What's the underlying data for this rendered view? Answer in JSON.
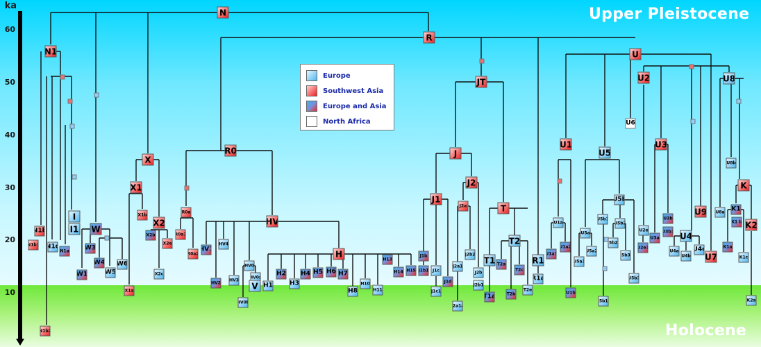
{
  "axis": {
    "unit": "ka",
    "ticks": [
      "60",
      "50",
      "40",
      "30",
      "20",
      "10"
    ]
  },
  "eras": {
    "upper": "Upper Pleistocene",
    "lower": "Holocene"
  },
  "legend": [
    {
      "label": "Europe",
      "region": "eu"
    },
    {
      "label": "Southwest Asia",
      "region": "sw"
    },
    {
      "label": "Europe and Asia",
      "region": "ea"
    },
    {
      "label": "North Africa",
      "region": "na"
    }
  ],
  "haplogroups": {
    "N": {
      "label": "N",
      "region": "sw",
      "age_ka": 64
    },
    "N1": {
      "label": "N1",
      "region": "sw",
      "age_ka": 56
    },
    "N1b": {
      "label": "N1b",
      "region": "sw",
      "age_ka": 21
    },
    "N1b1": {
      "label": "N1b1",
      "region": "sw",
      "age_ka": 19
    },
    "N1b2": {
      "label": "N1b2",
      "region": "sw",
      "age_ka": 1.5
    },
    "N1d": {
      "label": "N1d",
      "region": "eu",
      "age_ka": 18.5
    },
    "N1a": {
      "label": "N1a",
      "region": "ea",
      "age_ka": 18
    },
    "I": {
      "label": "I",
      "region": "eu",
      "age_ka": 24.5
    },
    "I1": {
      "label": "I1",
      "region": "eu",
      "age_ka": 22
    },
    "W": {
      "label": "W",
      "region": "ea",
      "age_ka": 22
    },
    "W1": {
      "label": "W1",
      "region": "ea",
      "age_ka": 13
    },
    "W3": {
      "label": "W3",
      "region": "ea",
      "age_ka": 18.5
    },
    "W4": {
      "label": "W4",
      "region": "ea",
      "age_ka": 16
    },
    "W5": {
      "label": "W5",
      "region": "eu",
      "age_ka": 14.5
    },
    "W6": {
      "label": "W6",
      "region": "eu",
      "age_ka": 16
    },
    "X": {
      "label": "X",
      "region": "sw",
      "age_ka": 35
    },
    "X1": {
      "label": "X1",
      "region": "sw",
      "age_ka": 30
    },
    "X1a": {
      "label": "X1a",
      "region": "sw",
      "age_ka": 10
    },
    "X1b": {
      "label": "X1b",
      "region": "sw",
      "age_ka": 24.5
    },
    "X2": {
      "label": "X2",
      "region": "sw",
      "age_ka": 23
    },
    "X2b": {
      "label": "X2b",
      "region": "ea",
      "age_ka": 21
    },
    "X2e": {
      "label": "X2e",
      "region": "sw",
      "age_ka": 19.5
    },
    "X2c": {
      "label": "X2c",
      "region": "eu",
      "age_ka": 13.5
    },
    "R": {
      "label": "R",
      "region": "sw",
      "age_ka": 59
    },
    "R0": {
      "label": "R0",
      "region": "sw",
      "age_ka": 37
    },
    "R0a": {
      "label": "R0a",
      "region": "sw",
      "age_ka": 25
    },
    "R0a1": {
      "label": "R0a1",
      "region": "sw",
      "age_ka": 21
    },
    "R0a2": {
      "label": "R0a2",
      "region": "sw",
      "age_ka": 17.5
    },
    "HV": {
      "label": "HV",
      "region": "sw",
      "age_ka": 23.5
    },
    "HV1": {
      "label": "HV1",
      "region": "ea",
      "age_ka": 18
    },
    "HV2": {
      "label": "HV2",
      "region": "ea",
      "age_ka": 11.5
    },
    "HV4": {
      "label": "HV4",
      "region": "eu",
      "age_ka": 19
    },
    "HV3": {
      "label": "HV3",
      "region": "eu",
      "age_ka": 12
    },
    "HV0": {
      "label": "HV0",
      "region": "eu",
      "age_ka": 15
    },
    "HV0a": {
      "label": "HV0a",
      "region": "eu",
      "age_ka": 12.5
    },
    "HV0b": {
      "label": "HV0b",
      "region": "eu",
      "age_ka": 7.5
    },
    "V": {
      "label": "V",
      "region": "eu",
      "age_ka": 11
    },
    "H": {
      "label": "H",
      "region": "sw",
      "age_ka": 17.5
    },
    "H1": {
      "label": "H1",
      "region": "eu",
      "age_ka": 11
    },
    "H2": {
      "label": "H2",
      "region": "ea",
      "age_ka": 13.5
    },
    "H3": {
      "label": "H3",
      "region": "eu",
      "age_ka": 11.5
    },
    "H4": {
      "label": "H4",
      "region": "ea",
      "age_ka": 13.5
    },
    "H5": {
      "label": "H5",
      "region": "ea",
      "age_ka": 14
    },
    "H6": {
      "label": "H6",
      "region": "ea",
      "age_ka": 14
    },
    "H7": {
      "label": "H7",
      "region": "ea",
      "age_ka": 13.5
    },
    "H8": {
      "label": "H8",
      "region": "eu",
      "age_ka": 10
    },
    "H10": {
      "label": "H10",
      "region": "eu",
      "age_ka": 11.5
    },
    "H11": {
      "label": "H11",
      "region": "eu",
      "age_ka": 10.5
    },
    "H13": {
      "label": "H13",
      "region": "ea",
      "age_ka": 16
    },
    "H14": {
      "label": "H14",
      "region": "ea",
      "age_ka": 14
    },
    "H15": {
      "label": "H15",
      "region": "ea",
      "age_ka": 14.5
    },
    "JT": {
      "label": "JT",
      "region": "sw",
      "age_ka": 50
    },
    "J": {
      "label": "J",
      "region": "sw",
      "age_ka": 36
    },
    "J1": {
      "label": "J1",
      "region": "sw",
      "age_ka": 28
    },
    "J1b": {
      "label": "J1b",
      "region": "ea",
      "age_ka": 17.5
    },
    "J1b1": {
      "label": "J1b1",
      "region": "ea",
      "age_ka": 14.5
    },
    "J1c": {
      "label": "J1c",
      "region": "eu",
      "age_ka": 14.5
    },
    "J1c1": {
      "label": "J1c1",
      "region": "eu",
      "age_ka": 10
    },
    "J1d": {
      "label": "J1d",
      "region": "ea",
      "age_ka": 12
    },
    "J2": {
      "label": "J2",
      "region": "sw",
      "age_ka": 31
    },
    "J2a": {
      "label": "J2a",
      "region": "sw",
      "age_ka": 26.5
    },
    "J2a1": {
      "label": "J2a1",
      "region": "eu",
      "age_ka": 15
    },
    "J2a1a": {
      "label": "J2a1a",
      "region": "eu",
      "age_ka": 7
    },
    "J2b2": {
      "label": "J2b2",
      "region": "eu",
      "age_ka": 17.5
    },
    "J2b": {
      "label": "J2b",
      "region": "eu",
      "age_ka": 14
    },
    "J2b1": {
      "label": "J2b1",
      "region": "eu",
      "age_ka": 11.5
    },
    "T": {
      "label": "T",
      "region": "sw",
      "age_ka": 26
    },
    "T1": {
      "label": "T1",
      "region": "eu",
      "age_ka": 16.5
    },
    "T1a": {
      "label": "T1a",
      "region": "ea",
      "age_ka": 9
    },
    "T2": {
      "label": "T2",
      "region": "eu",
      "age_ka": 19.5
    },
    "T2a": {
      "label": "T2a",
      "region": "ea",
      "age_ka": 16
    },
    "T2c": {
      "label": "T2c",
      "region": "ea",
      "age_ka": 14.5
    },
    "T2b": {
      "label": "T2b",
      "region": "ea",
      "age_ka": 9.5
    },
    "T2e": {
      "label": "T2e",
      "region": "eu",
      "age_ka": 10
    },
    "R1": {
      "label": "R1",
      "region": "eu",
      "age_ka": 16.5
    },
    "R1a": {
      "label": "R1a",
      "region": "eu",
      "age_ka": 12.5
    },
    "U": {
      "label": "U",
      "region": "sw",
      "age_ka": 55
    },
    "U1": {
      "label": "U1",
      "region": "sw",
      "age_ka": 38
    },
    "U1a": {
      "label": "U1a",
      "region": "eu",
      "age_ka": 23.5
    },
    "U1a1": {
      "label": "U1a1",
      "region": "ea",
      "age_ka": 18
    },
    "U1a2": {
      "label": "U1a2",
      "region": "ea",
      "age_ka": 19
    },
    "U1b": {
      "label": "U1b",
      "region": "ea",
      "age_ka": 10
    },
    "U5": {
      "label": "U5",
      "region": "eu",
      "age_ka": 36.5
    },
    "U5a": {
      "label": "U5a",
      "region": "eu",
      "age_ka": 21.5
    },
    "U5a1": {
      "label": "U5a1",
      "region": "eu",
      "age_ka": 16.5
    },
    "U5a2": {
      "label": "U5a2",
      "region": "eu",
      "age_ka": 18.5
    },
    "U5b": {
      "label": "U5b",
      "region": "eu",
      "age_ka": 27.5
    },
    "U5b1": {
      "label": "U5b1",
      "region": "eu",
      "age_ka": 24
    },
    "U5b1b": {
      "label": "U5b1b",
      "region": "eu",
      "age_ka": 8
    },
    "U5b2": {
      "label": "U5b2",
      "region": "eu",
      "age_ka": 23
    },
    "U5b2b": {
      "label": "U5b2b",
      "region": "eu",
      "age_ka": 20
    },
    "U5b3a": {
      "label": "U5b3a",
      "region": "eu",
      "age_ka": 17.5
    },
    "U5b3": {
      "label": "U5b3",
      "region": "eu",
      "age_ka": 12.5
    },
    "U6": {
      "label": "U6",
      "region": "na",
      "age_ka": 42
    },
    "U2": {
      "label": "U2",
      "region": "sw",
      "age_ka": 51
    },
    "U2e": {
      "label": "U2e",
      "region": "eu",
      "age_ka": 21.5
    },
    "U2e1": {
      "label": "U2e1",
      "region": "ea",
      "age_ka": 19
    },
    "U3": {
      "label": "U3",
      "region": "sw",
      "age_ka": 38
    },
    "U3b": {
      "label": "U3b",
      "region": "ea",
      "age_ka": 23.5
    },
    "U3b1": {
      "label": "U3b1",
      "region": "ea",
      "age_ka": 21.5
    },
    "U3a": {
      "label": "U3a",
      "region": "ea",
      "age_ka": 20
    },
    "U4": {
      "label": "U4",
      "region": "eu",
      "age_ka": 21
    },
    "U4a": {
      "label": "U4a",
      "region": "eu",
      "age_ka": 18
    },
    "U4b": {
      "label": "U4b",
      "region": "eu",
      "age_ka": 17
    },
    "U4c": {
      "label": "U4c",
      "region": "eu",
      "age_ka": 18
    },
    "U7": {
      "label": "U7",
      "region": "sw",
      "age_ka": 17
    },
    "U9": {
      "label": "U9",
      "region": "sw",
      "age_ka": 25
    },
    "U8": {
      "label": "U8",
      "region": "eu",
      "age_ka": 51
    },
    "U8a": {
      "label": "U8a",
      "region": "eu",
      "age_ka": 25
    },
    "U8b": {
      "label": "U8b",
      "region": "eu",
      "age_ka": 34.5
    },
    "K": {
      "label": "K",
      "region": "sw",
      "age_ka": 30.5
    },
    "K1": {
      "label": "K1",
      "region": "ea",
      "age_ka": 25.5
    },
    "K1c": {
      "label": "K1c",
      "region": "eu",
      "age_ka": 16.5
    },
    "K1a": {
      "label": "K1a",
      "region": "ea",
      "age_ka": 19
    },
    "K1b": {
      "label": "K1 b",
      "region": "ea",
      "age_ka": 23.5
    },
    "K2": {
      "label": "K2",
      "region": "sw",
      "age_ka": 22.5
    },
    "K2a": {
      "label": "K2a",
      "region": "eu",
      "age_ka": 9
    }
  }
}
